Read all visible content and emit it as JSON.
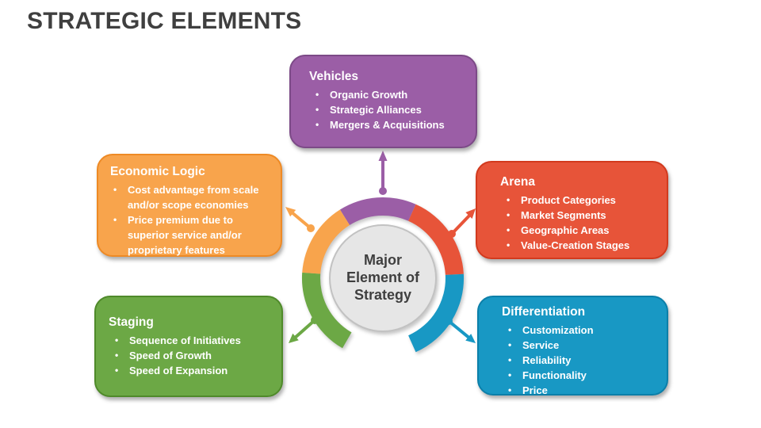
{
  "slide": {
    "title": "STRATEGIC ELEMENTS"
  },
  "hub": {
    "label": "Major Element of Strategy",
    "circle_fill": "#E6E6E6",
    "circle_border": "#C2C2C2",
    "text_color": "#3F3F3F"
  },
  "boxes": [
    {
      "id": "vehicles",
      "title": "Vehicles",
      "items": [
        "Organic Growth",
        "Strategic Alliances",
        "Mergers & Acquisitions"
      ],
      "colors": {
        "fill": "#9B5EA6",
        "border": "#7C4A87"
      }
    },
    {
      "id": "economic-logic",
      "title": "Economic Logic",
      "items": [
        "Cost advantage from scale and/or scope economies",
        "Price premium due to superior service and/or proprietary features"
      ],
      "colors": {
        "fill": "#F8A44C",
        "border": "#EE8A25"
      }
    },
    {
      "id": "arena",
      "title": "Arena",
      "items": [
        "Product Categories",
        "Market Segments",
        "Geographic Areas",
        "Value-Creation Stages"
      ],
      "colors": {
        "fill": "#E75439",
        "border": "#D23A1E"
      }
    },
    {
      "id": "staging",
      "title": "Staging",
      "items": [
        "Sequence of Initiatives",
        "Speed of Growth",
        "Speed of Expansion"
      ],
      "colors": {
        "fill": "#6CA845",
        "border": "#4F8A2A"
      }
    },
    {
      "id": "differentiation",
      "title": "Differentiation",
      "items": [
        "Customization",
        "Service",
        "Reliability",
        "Functionality",
        "Price"
      ],
      "colors": {
        "fill": "#1898C4",
        "border": "#0B7FA9"
      }
    }
  ]
}
